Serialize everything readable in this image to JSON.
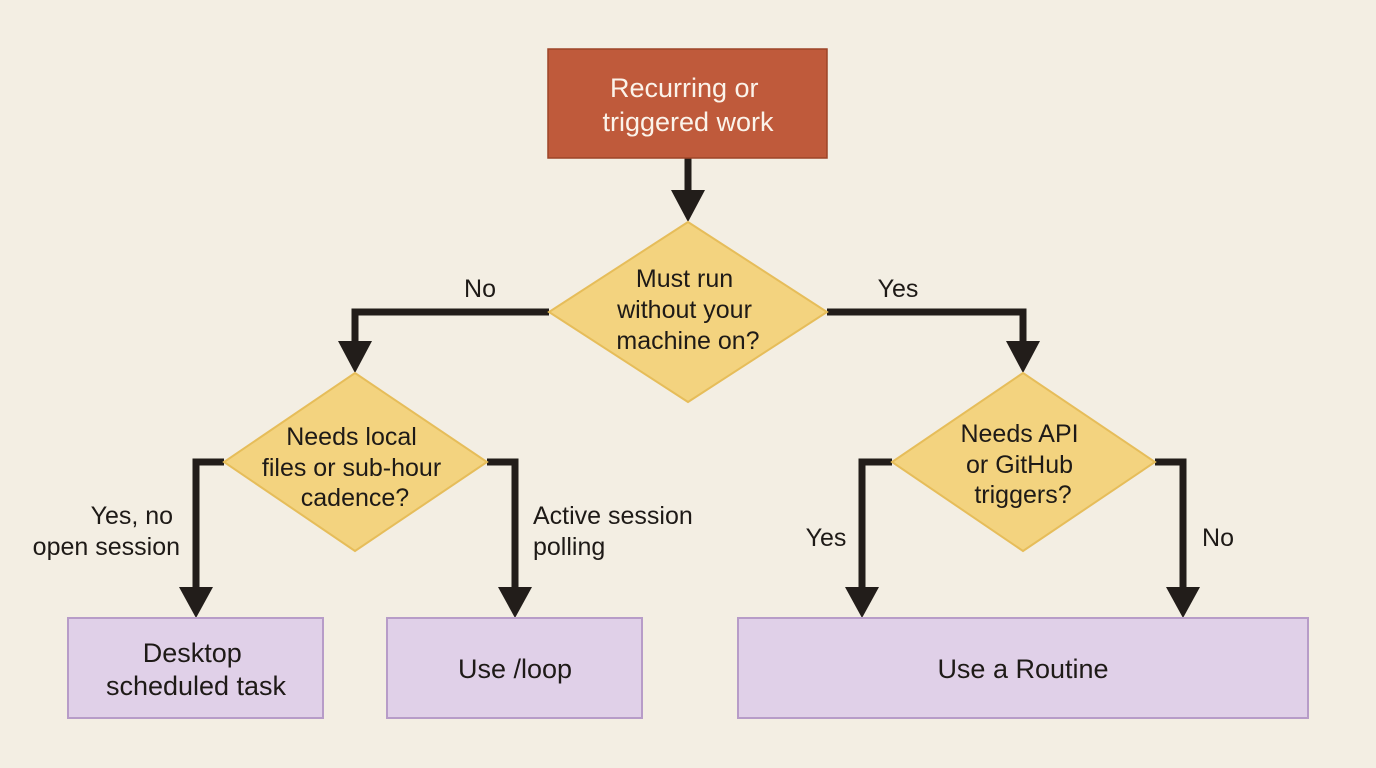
{
  "colors": {
    "background": "#f3eee3",
    "start_fill": "#bf5a3b",
    "start_stroke": "#9c4428",
    "start_text": "#fbf3ea",
    "decision_fill": "#f3d37f",
    "decision_stroke": "#e6bd5a",
    "outcome_fill": "#e0d0e8",
    "outcome_stroke": "#b79cc8",
    "arrow": "#221d1a",
    "text": "#1e1a17"
  },
  "nodes": {
    "start": {
      "lines": [
        "Recurring or",
        "triggered work"
      ]
    },
    "decision_machine": {
      "lines": [
        "Must run",
        "without your",
        "machine on?"
      ]
    },
    "decision_local": {
      "lines": [
        "Needs local",
        "files or sub-hour",
        "cadence?"
      ]
    },
    "decision_api": {
      "lines": [
        "Needs API",
        "or GitHub",
        "triggers?"
      ]
    },
    "outcome_desktop": {
      "lines": [
        "Desktop",
        "scheduled task"
      ]
    },
    "outcome_loop": {
      "lines": [
        "Use /loop"
      ]
    },
    "outcome_routine": {
      "lines": [
        "Use a Routine"
      ]
    }
  },
  "edge_labels": {
    "machine_no": [
      "No"
    ],
    "machine_yes": [
      "Yes"
    ],
    "local_yes": [
      "Yes, no",
      "open session"
    ],
    "local_active": [
      "Active session",
      "polling"
    ],
    "api_yes": [
      "Yes"
    ],
    "api_no": [
      "No"
    ]
  }
}
